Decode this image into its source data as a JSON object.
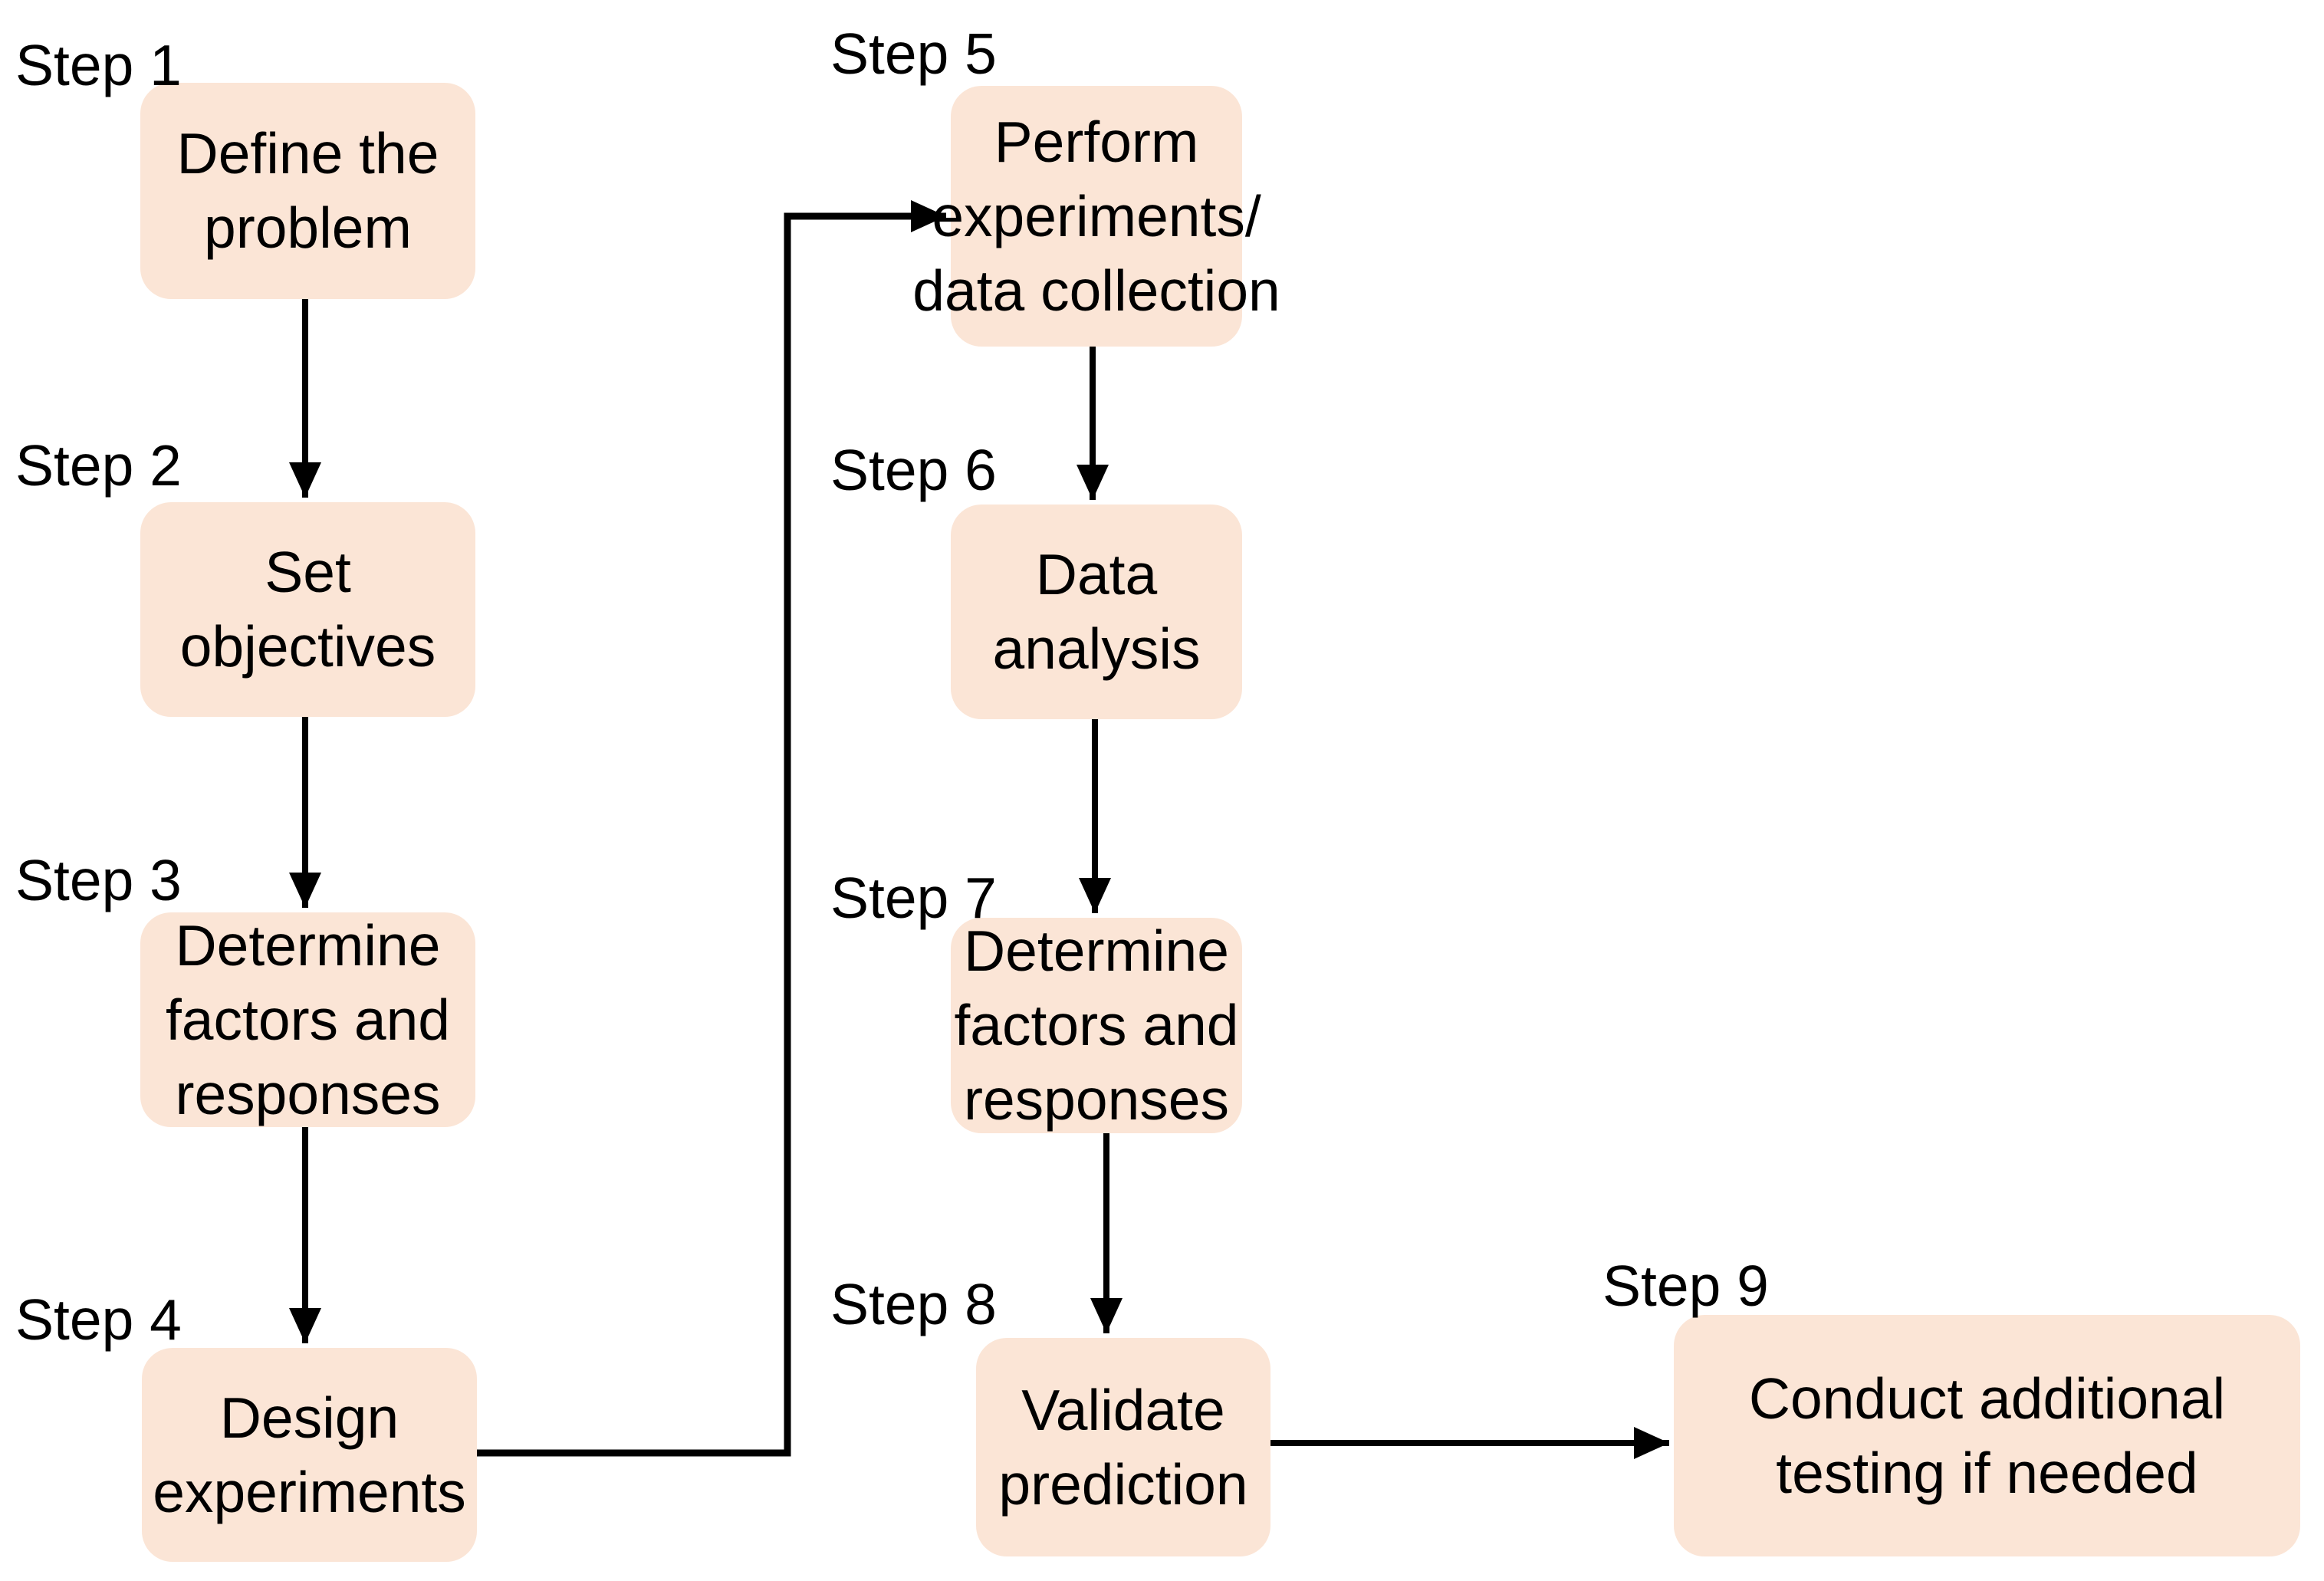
{
  "colors": {
    "box_fill": "#FBE5D6",
    "text": "#000000",
    "arrow": "#000000",
    "background": "#FFFFFF"
  },
  "diagram": {
    "type": "flowchart",
    "steps": [
      {
        "label": "Step 1",
        "lines": [
          "Define the",
          "problem"
        ]
      },
      {
        "label": "Step 2",
        "lines": [
          "Set",
          "objectives"
        ]
      },
      {
        "label": "Step 3",
        "lines": [
          "Determine",
          "factors and",
          "responses"
        ]
      },
      {
        "label": "Step 4",
        "lines": [
          "Design",
          "experiments"
        ]
      },
      {
        "label": "Step 5",
        "lines": [
          "Perform",
          "experiments/",
          "data collection"
        ]
      },
      {
        "label": "Step 6",
        "lines": [
          "Data",
          "analysis"
        ]
      },
      {
        "label": "Step 7",
        "lines": [
          "Determine",
          "factors and",
          "responses"
        ]
      },
      {
        "label": "Step 8",
        "lines": [
          "Validate",
          "prediction"
        ]
      },
      {
        "label": "Step 9",
        "lines": [
          "Conduct additional",
          "testing if needed"
        ]
      }
    ],
    "connections": [
      {
        "from": "Step 1",
        "to": "Step 2",
        "shape": "straight-down"
      },
      {
        "from": "Step 2",
        "to": "Step 3",
        "shape": "straight-down"
      },
      {
        "from": "Step 3",
        "to": "Step 4",
        "shape": "straight-down"
      },
      {
        "from": "Step 4",
        "to": "Step 5",
        "shape": "elbow-right-up-right"
      },
      {
        "from": "Step 5",
        "to": "Step 6",
        "shape": "straight-down"
      },
      {
        "from": "Step 6",
        "to": "Step 7",
        "shape": "straight-down"
      },
      {
        "from": "Step 7",
        "to": "Step 8",
        "shape": "straight-down"
      },
      {
        "from": "Step 8",
        "to": "Step 9",
        "shape": "straight-right"
      }
    ]
  }
}
